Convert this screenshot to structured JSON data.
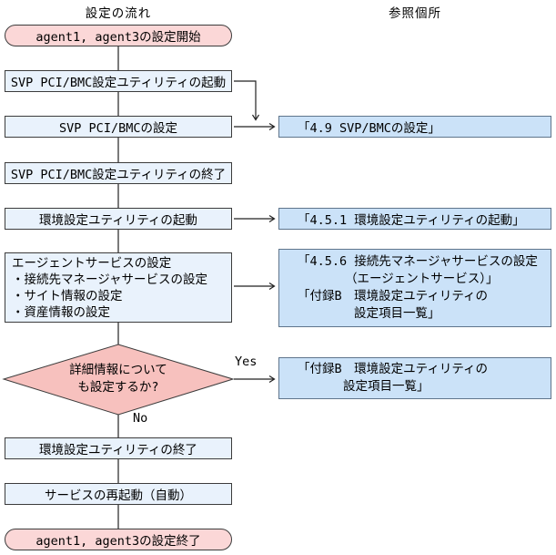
{
  "headers": {
    "flow": "設定の流れ",
    "reference": "参照個所"
  },
  "nodes": {
    "start": "agent1, agent3の設定開始",
    "step1": "SVP PCI/BMC設定ユティリティの起動",
    "step2": "SVP PCI/BMCの設定",
    "step3": "SVP PCI/BMC設定ユティリティの終了",
    "step4": "環境設定ユティリティの起動",
    "agent": {
      "title": "エージェントサービスの設定",
      "item1": "・接続先マネージャサービスの設定",
      "item2": "・サイト情報の設定",
      "item3": "・資産情報の設定"
    },
    "decision": {
      "line1": "詳細情報について",
      "line2": "も設定するか?"
    },
    "step5": "環境設定ユティリティの終了",
    "step6": "サービスの再起動（自動）",
    "end": "agent1, agent3の設定終了"
  },
  "labels": {
    "yes": "Yes",
    "no": "No"
  },
  "references": {
    "ref1": "「4.9 SVP/BMCの設定」",
    "ref2": "「4.5.1 環境設定ユティリティの起動」",
    "ref3": {
      "line1": "「4.5.6 接続先マネージャサービスの設定",
      "line2": "（エージェントサービス）」",
      "line3": "「付録B　環境設定ユティリティの",
      "line4": "設定項目一覧」"
    },
    "ref4": {
      "line1": "「付録B　環境設定ユティリティの",
      "line2": "設定項目一覧」"
    }
  },
  "colors": {
    "process_fill": "#e9f2fc",
    "terminal_fill": "#fbd7d7",
    "decision_fill": "#f7c1be",
    "reference_fill": "#cbe2f8",
    "line_color": "#222222"
  }
}
